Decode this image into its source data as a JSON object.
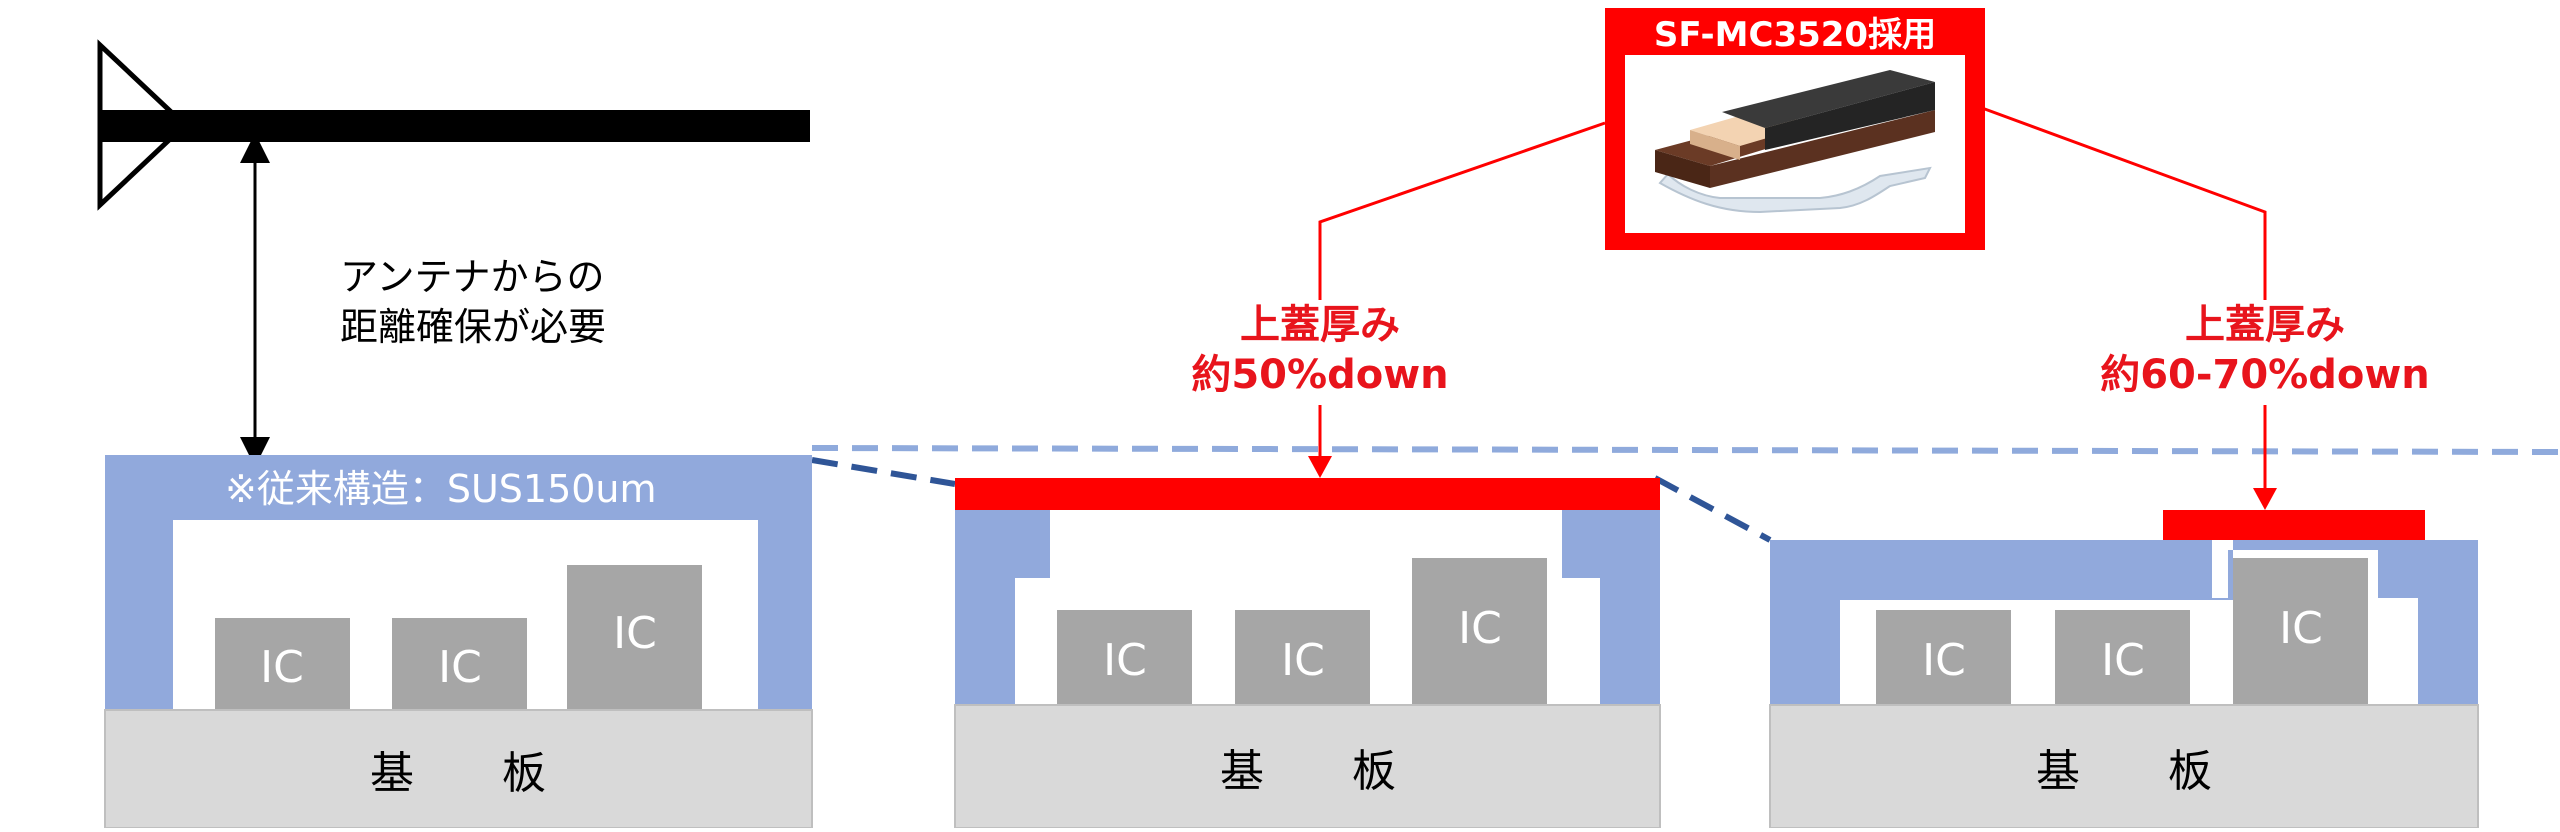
{
  "colors": {
    "case": "#91a9dc",
    "ic": "#a6a6a6",
    "substrate": "#d9d9d9",
    "red": "#ff0000",
    "callout_text": "#e8141c",
    "dashed": "#8faadc",
    "dashed_dark": "#2f5597"
  },
  "left_panel": {
    "antenna_note": [
      "アンテナからの",
      "距離確保が必要"
    ],
    "case_label": "※従来構造：SUS150um",
    "ic_labels": [
      "IC",
      "IC",
      "IC"
    ],
    "substrate_label": "基　　板"
  },
  "middle_panel": {
    "callout": [
      "上蓋厚み",
      "約50%down"
    ],
    "ic_labels": [
      "IC",
      "IC",
      "IC"
    ],
    "substrate_label": "基　　板"
  },
  "right_panel": {
    "callout": [
      "上蓋厚み",
      "約60-70%down"
    ],
    "ic_labels": [
      "IC",
      "IC",
      "IC"
    ],
    "substrate_label": "基　　板"
  },
  "product": {
    "label": "SF-MC3520採用"
  }
}
